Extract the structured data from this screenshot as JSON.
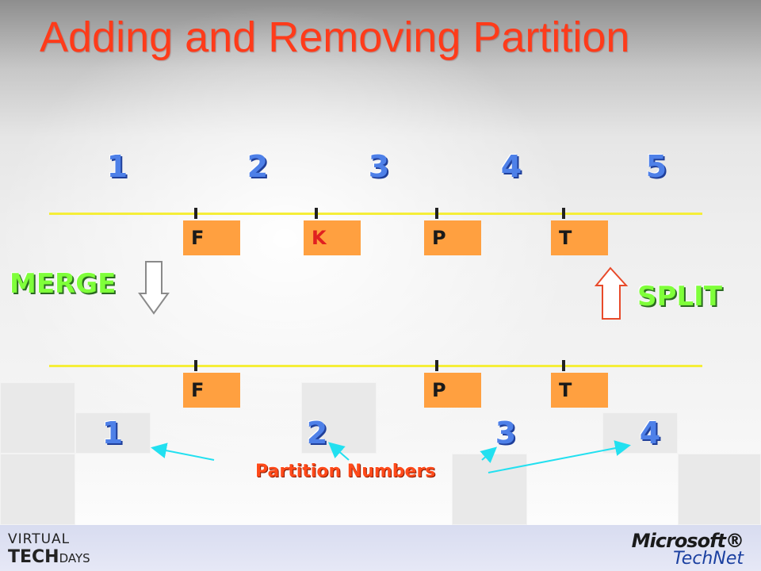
{
  "slide": {
    "title": "Adding and Removing Partition"
  },
  "top_row": {
    "partition_numbers": [
      "1",
      "2",
      "3",
      "4",
      "5"
    ],
    "boundaries": [
      {
        "letter": "F",
        "color": "#1a1a1a"
      },
      {
        "letter": "K",
        "color": "#e02020"
      },
      {
        "letter": "P",
        "color": "#1a1a1a"
      },
      {
        "letter": "T",
        "color": "#1a1a1a"
      }
    ]
  },
  "bottom_row": {
    "partition_numbers": [
      "1",
      "2",
      "3",
      "4"
    ],
    "boundaries": [
      {
        "letter": "F"
      },
      {
        "letter": "P"
      },
      {
        "letter": "T"
      }
    ]
  },
  "operations": {
    "merge_label": "MERGE",
    "split_label": "SPLIT"
  },
  "annotation": {
    "label": "Partition Numbers"
  },
  "footer": {
    "event_logo_line1": "VIRTUAL",
    "event_logo_line2a": "TECH",
    "event_logo_line2b": "DAYS",
    "brand": "Microsoft®",
    "product": "TechNet"
  },
  "colors": {
    "title": "#ff3b1a",
    "numbers": "#4e80e8",
    "boundary_box": "#ffa040",
    "rule_line": "#f5ee38",
    "operation_label": "#7fff3a",
    "annotation_arrows": "#22e0f0"
  },
  "icons": {
    "merge_arrow": "down-arrow-icon",
    "split_arrow": "up-arrow-icon"
  }
}
